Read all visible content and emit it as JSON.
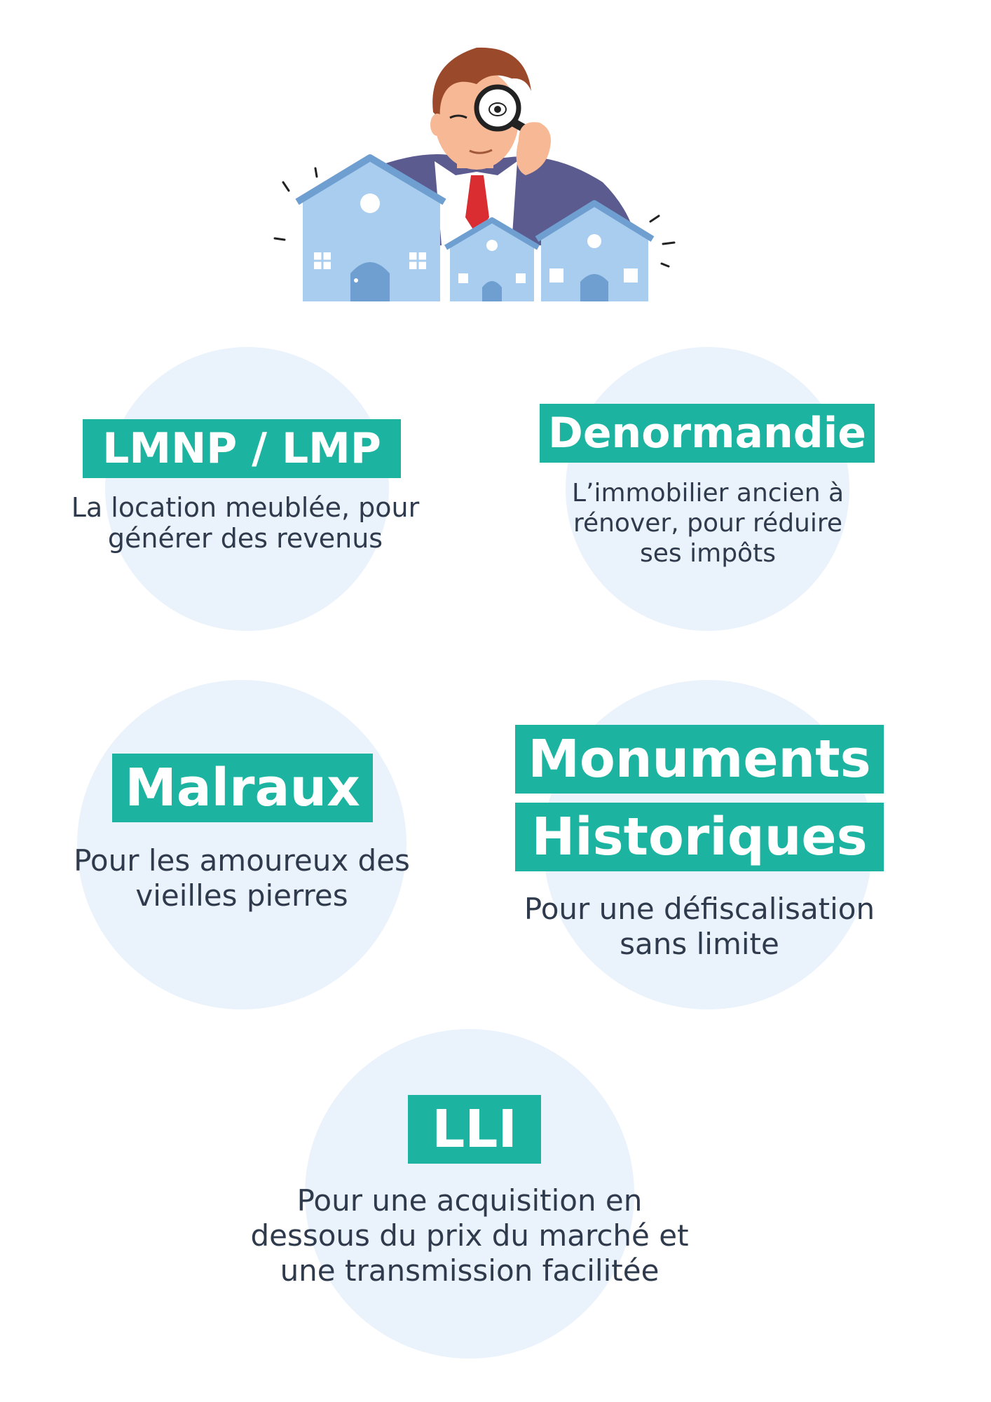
{
  "illustration": {
    "icon": "man-with-magnifying-glass-and-houses",
    "colors": {
      "house": "#a9cdee",
      "house_roof": "#6f9fd0",
      "suit": "#5b5b8f",
      "tie": "#d92d32",
      "hair": "#9a4a2b",
      "skin": "#f6b895"
    }
  },
  "colors": {
    "accent": "#1cb3a0",
    "circle": "#eaf2fb",
    "text": "#2f3b4c"
  },
  "cards": [
    {
      "title": "LMNP / LMP",
      "lines": [
        "La location meublée, pour",
        "générer des revenus"
      ]
    },
    {
      "title": "Denormandie",
      "lines": [
        "L’immobilier ancien à",
        "rénover, pour réduire",
        "ses impôts"
      ]
    },
    {
      "title": "Malraux",
      "lines": [
        "Pour les amoureux des",
        "vieilles pierres"
      ]
    },
    {
      "title_lines": [
        "Monuments",
        "Historiques"
      ],
      "lines": [
        "Pour une défiscalisation",
        "sans limite"
      ]
    },
    {
      "title": "LLI",
      "lines": [
        "Pour une acquisition en",
        "dessous du prix du marché et",
        "une transmission facilitée"
      ]
    }
  ]
}
